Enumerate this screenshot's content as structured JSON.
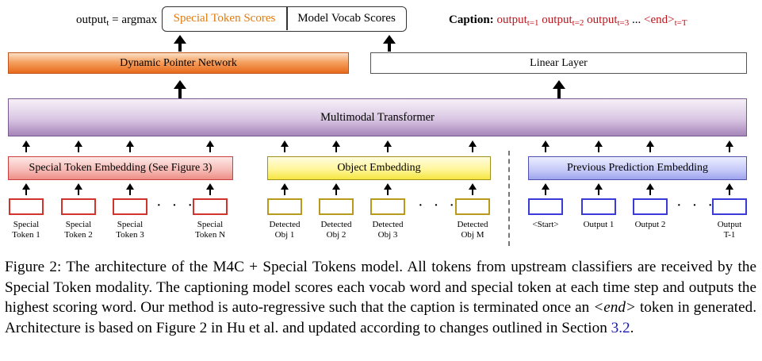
{
  "top": {
    "output_lhs": "output",
    "output_sub": "t",
    "output_eq": "= argmax",
    "special_scores": "Special Token Scores",
    "vocab_scores": "Model Vocab Scores",
    "caption_label": "Caption:",
    "caption_seq": [
      {
        "base": "output",
        "sub": "t=1"
      },
      {
        "base": "output",
        "sub": "t=2"
      },
      {
        "base": "output",
        "sub": "t=3"
      }
    ],
    "caption_ellipsis": "...",
    "caption_end": "<end>",
    "caption_end_sub": "t=T"
  },
  "layers": {
    "pointer": "Dynamic Pointer Network",
    "linear": "Linear Layer",
    "transformer": "Multimodal Transformer"
  },
  "embeddings": {
    "special": "Special Token Embedding (See Figure 3)",
    "object": "Object Embedding",
    "previous": "Previous Prediction Embedding"
  },
  "tokens": {
    "special": [
      {
        "line1": "Special",
        "line2": "Token 1"
      },
      {
        "line1": "Special",
        "line2": "Token 2"
      },
      {
        "line1": "Special",
        "line2": "Token 3"
      },
      {
        "line1": "Special",
        "line2": "Token N"
      }
    ],
    "object": [
      {
        "line1": "Detected",
        "line2": "Obj 1"
      },
      {
        "line1": "Detected",
        "line2": "Obj 2"
      },
      {
        "line1": "Detected",
        "line2": "Obj 3"
      },
      {
        "line1": "Detected",
        "line2": "Obj M"
      }
    ],
    "previous": [
      {
        "line1": "<Start>",
        "line2": ""
      },
      {
        "line1": "Output 1",
        "line2": ""
      },
      {
        "line1": "Output 2",
        "line2": ""
      },
      {
        "line1": "Output",
        "line2": "T-1"
      }
    ],
    "dots": "· · ·"
  },
  "caption": {
    "part1": "Figure 2:  The architecture of the M4C + Special Tokens model. All tokens from upstream classifiers are received by the Special Token modality.  The captioning model scores each vocab word and special token at each time step and outputs the highest scoring word. Our method is auto-regressive such that the caption is terminated once an ",
    "end_token": "<end>",
    "part2": " token in generated.  Architecture is based on Figure 2 in Hu et al.  and updated according to changes outlined in Section ",
    "section_ref": "3.2",
    "part3": "."
  },
  "colors": {
    "special_token_text": "#e07b10",
    "caption_seq": "#c0141c",
    "special_border": "#d0342c",
    "object_border": "#b89a1c",
    "previous_border": "#3a3ad8"
  }
}
